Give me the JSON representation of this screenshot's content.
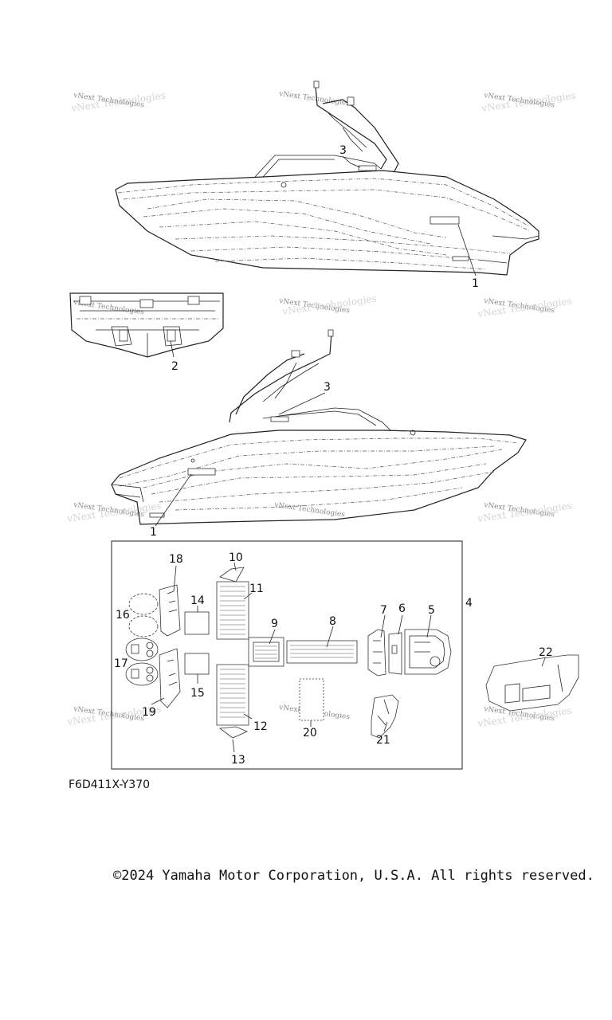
{
  "diagram": {
    "code": "F6D411X-Y370",
    "watermark": "vNext Technologies",
    "callouts": [
      "1",
      "2",
      "3",
      "4",
      "5",
      "6",
      "7",
      "8",
      "9",
      "10",
      "11",
      "12",
      "13",
      "14",
      "15",
      "16",
      "17",
      "18",
      "19",
      "20",
      "21",
      "22"
    ]
  },
  "footer": {
    "copyright": "©2024 Yamaha Motor Corporation, U.S.A. All rights reserved."
  }
}
